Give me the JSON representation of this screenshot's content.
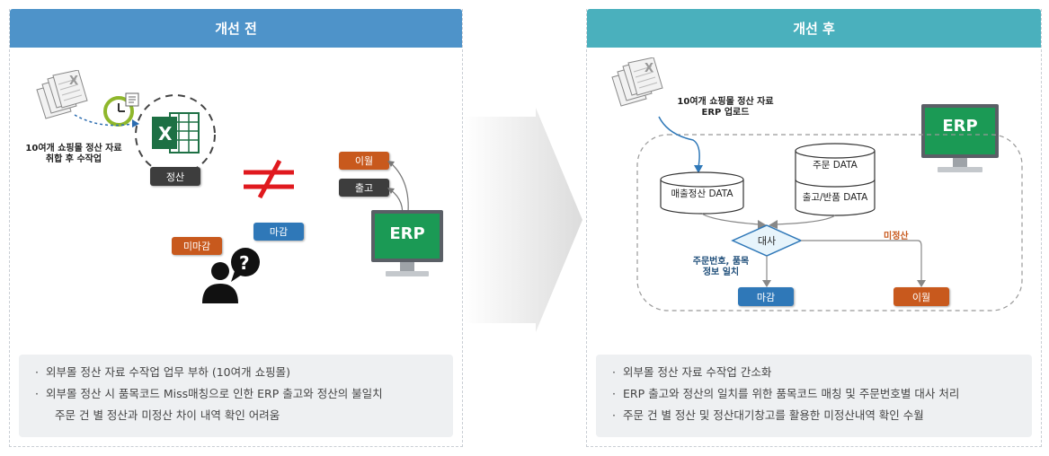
{
  "before": {
    "title": "개선 전",
    "caption_line1": "10여개 쇼핑몰 정산 자료",
    "caption_line2": "취합 후 수작업",
    "settle_tag": "정산",
    "tag_carryover": "이월",
    "tag_shipment": "출고",
    "tag_unclosed": "미마감",
    "tag_closed": "마감",
    "erp_label": "ERP",
    "notes": [
      "외부몰 정산 자료 수작업 업무 부하 (10여개 쇼핑몰)",
      "외부몰 정산 시 품목코드 Miss매칭으로 인한 ERP 출고와 정산의 불일치",
      "주문 건 별 정산과 미정산 차이 내역 확인 어려움"
    ]
  },
  "after": {
    "title": "개선 후",
    "caption_line1": "10여개 쇼핑몰 정산 자료",
    "caption_line2": "ERP 업로드",
    "erp_label": "ERP",
    "db_sales": "매출정산 DATA",
    "db_order": "주문 DATA",
    "db_return": "출고/반품 DATA",
    "reconcile": "대사",
    "label_unsettled": "미정산",
    "label_match_line1": "주문번호, 품목",
    "label_match_line2": "정보 일치",
    "tag_closed": "마감",
    "tag_carryover": "이월",
    "notes": [
      "외부몰 정산 자료 수작업 간소화",
      "ERP 출고와 정산의 일치를 위한 품목코드 매칭 및 주문번호별 대사 처리",
      "주문 건 별 정산 및 정산대기창고를 활용한 미정산내역 확인 수월"
    ]
  },
  "colors": {
    "head_before": "#4e93c9",
    "head_after": "#4ab0bd",
    "erp_green": "#1b9a55",
    "orange": "#c8591d",
    "blue": "#2f78b8",
    "not_equal_red": "#e0191e"
  },
  "icons": [
    "document-stack-icon",
    "clock-icon",
    "excel-icon",
    "person-question-icon",
    "monitor-icon",
    "big-arrow-icon",
    "database-icon",
    "not-equal-icon"
  ]
}
